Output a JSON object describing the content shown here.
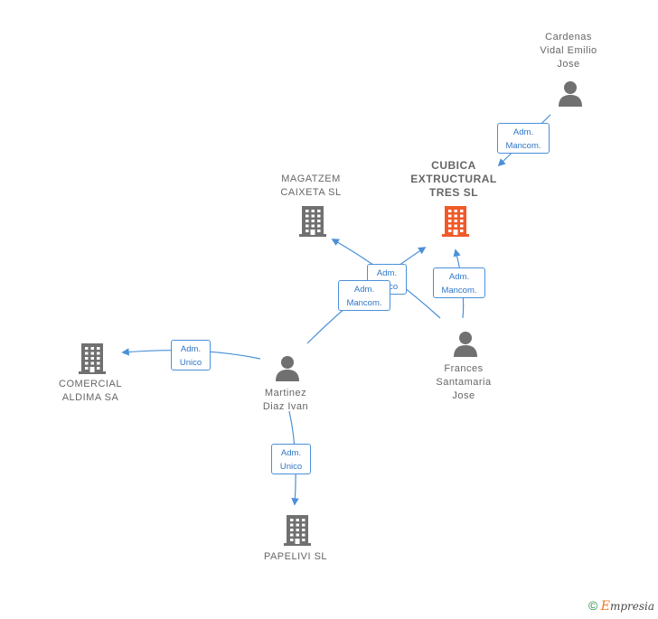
{
  "nodes": {
    "cubica": {
      "lines": [
        "CUBICA",
        "EXTRUCTURAL",
        "TRES  SL"
      ],
      "kind": "company",
      "color": "#f05a28"
    },
    "magatzem": {
      "lines": [
        "MAGATZEM",
        "CAIXETA  SL"
      ],
      "kind": "company",
      "color": "#707070"
    },
    "comercial": {
      "lines": [
        "COMERCIAL",
        "ALDIMA SA"
      ],
      "kind": "company",
      "color": "#707070"
    },
    "papelivi": {
      "lines": [
        "PAPELIVI  SL"
      ],
      "kind": "company",
      "color": "#707070"
    },
    "cardenas": {
      "lines": [
        "Cardenas",
        "Vidal Emilio",
        "Jose"
      ],
      "kind": "person",
      "color": "#707070"
    },
    "frances": {
      "lines": [
        "Frances",
        "Santamaria",
        "Jose"
      ],
      "kind": "person",
      "color": "#707070"
    },
    "martinez": {
      "lines": [
        "Martinez",
        "Diaz Ivan"
      ],
      "kind": "person",
      "color": "#707070"
    }
  },
  "edges": [
    {
      "from": "cardenas",
      "to": "cubica",
      "label": [
        "Adm.",
        "Mancom."
      ]
    },
    {
      "from": "frances",
      "to": "cubica",
      "label": [
        "Adm.",
        "Mancom."
      ]
    },
    {
      "from": "frances",
      "to": "magatzem",
      "label": [
        "Adm.",
        "Unico"
      ]
    },
    {
      "from": "martinez",
      "to": "cubica",
      "label": [
        "Adm.",
        "Mancom."
      ]
    },
    {
      "from": "martinez",
      "to": "comercial",
      "label": [
        "Adm.",
        "Unico"
      ]
    },
    {
      "from": "martinez",
      "to": "papelivi",
      "label": [
        "Adm.",
        "Unico"
      ]
    }
  ],
  "colors": {
    "edge": "#4a90d9",
    "label_text": "#2f76c8"
  },
  "footer": {
    "copyright": "©",
    "brand_first": "E",
    "brand_rest": "mpresia"
  }
}
